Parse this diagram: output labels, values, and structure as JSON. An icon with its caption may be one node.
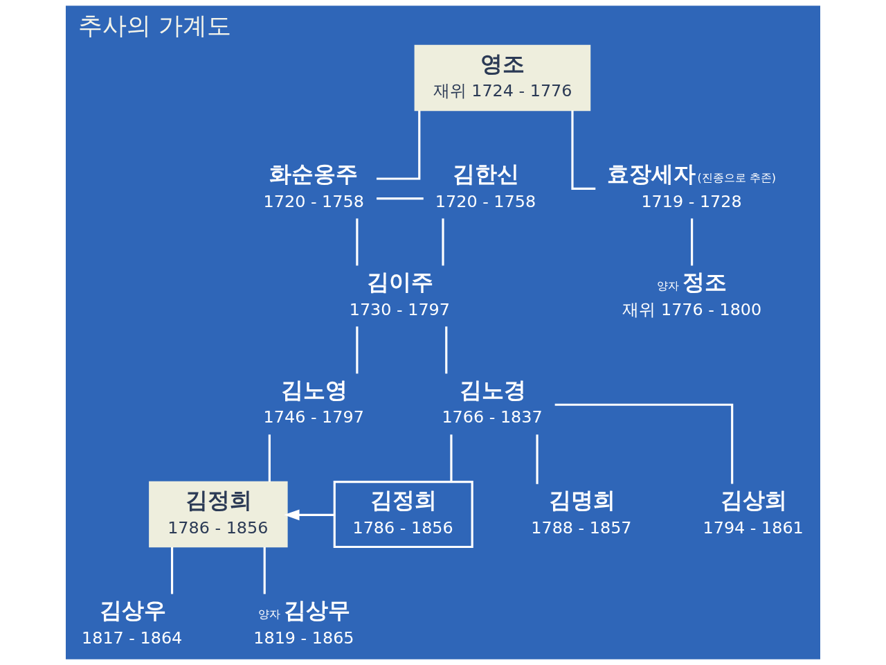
{
  "diagram": {
    "title": "추사의 가계도",
    "nodes": [
      {
        "text": [
          "영조",
          "재위 1724 - 1776"
        ]
      },
      {
        "text": [
          "김한신",
          "1720 - 1758"
        ]
      },
      {
        "text": [
          "화순옹주",
          "1720 - 1758"
        ]
      },
      {
        "text": [
          "효장세자",
          "1719 - 1728"
        ],
        "beside": [
          "(진종으로 추존)"
        ]
      },
      {
        "text": [
          "정조",
          "재위 1776 - 1800"
        ],
        "beside": [
          "양자"
        ]
      },
      {
        "text": [
          "김이주",
          "1730 - 1797"
        ]
      },
      {
        "text": [
          "김노영",
          "1746 - 1797"
        ]
      },
      {
        "text": [
          "김노경",
          "1766 - 1837"
        ]
      },
      {
        "text": [
          "김정희",
          "1786 - 1856"
        ]
      },
      {
        "text": [
          "김정희",
          "1786 - 1856"
        ]
      },
      {
        "text": [
          "김명희",
          "1788 - 1857"
        ]
      },
      {
        "text": [
          "김상희",
          "1794 - 1861"
        ]
      },
      {
        "text": [
          "김상우",
          "1817 - 1864"
        ]
      },
      {
        "text": [
          "김상무",
          "1819 - 1865"
        ],
        "beside": [
          "양자"
        ]
      }
    ],
    "edges": [
      {
        "from": 0,
        "to": 2,
        "arrow": "none"
      },
      {
        "from": 0,
        "to": 3,
        "arrow": "none"
      },
      {
        "from": 1,
        "to": 2,
        "arrow": "none"
      },
      {
        "from": 3,
        "to": 4,
        "arrow": "none"
      },
      {
        "from": 1,
        "to": 5,
        "arrow": "none"
      },
      {
        "from": 2,
        "to": 5,
        "arrow": "none"
      },
      {
        "from": 5,
        "to": 6,
        "arrow": "none"
      },
      {
        "from": 5,
        "to": 7,
        "arrow": "none"
      },
      {
        "from": 7,
        "to": 9,
        "arrow": "none"
      },
      {
        "from": 7,
        "to": 10,
        "arrow": "none"
      },
      {
        "from": 7,
        "to": 11,
        "arrow": "none"
      },
      {
        "from": 9,
        "to": 8,
        "arrow": "to"
      },
      {
        "from": 6,
        "to": 8,
        "arrow": "none"
      },
      {
        "from": 8,
        "to": 12,
        "arrow": "none"
      },
      {
        "from": 8,
        "to": 13,
        "arrow": "none"
      }
    ]
  }
}
